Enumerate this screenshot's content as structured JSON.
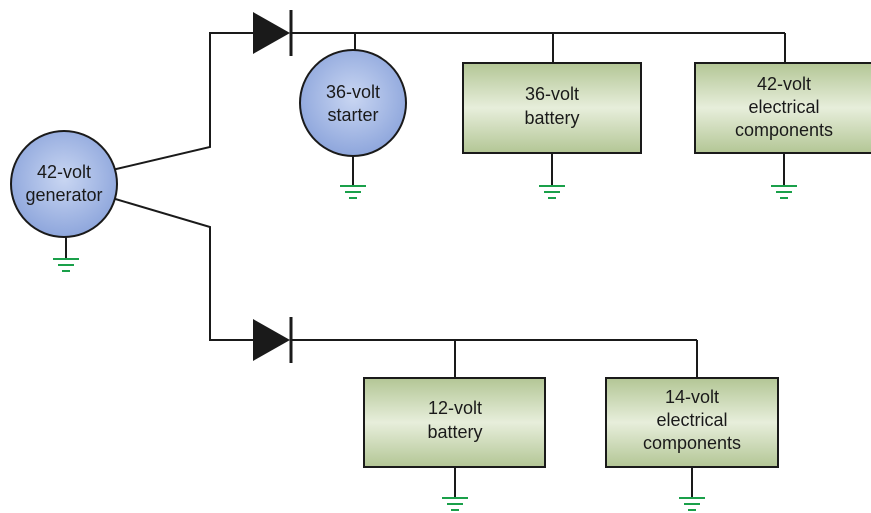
{
  "diagram": {
    "generator": {
      "lines": [
        "42-volt",
        "generator"
      ]
    },
    "starter": {
      "lines": [
        "36-volt",
        "starter"
      ]
    },
    "battery36": {
      "lines": [
        "36-volt",
        "battery"
      ]
    },
    "components42": {
      "lines": [
        "42-volt",
        "electrical",
        "components"
      ]
    },
    "battery12": {
      "lines": [
        "12-volt",
        "battery"
      ]
    },
    "components14": {
      "lines": [
        "14-volt",
        "electrical",
        "components"
      ]
    },
    "colors": {
      "circle_fill": "#8ea6dc",
      "circle_edge": "#c9d6f2",
      "box_fill": "#b3c695",
      "box_light": "#e7eedb",
      "wire": "#1a1a1a",
      "ground": "#1aa04a"
    }
  }
}
